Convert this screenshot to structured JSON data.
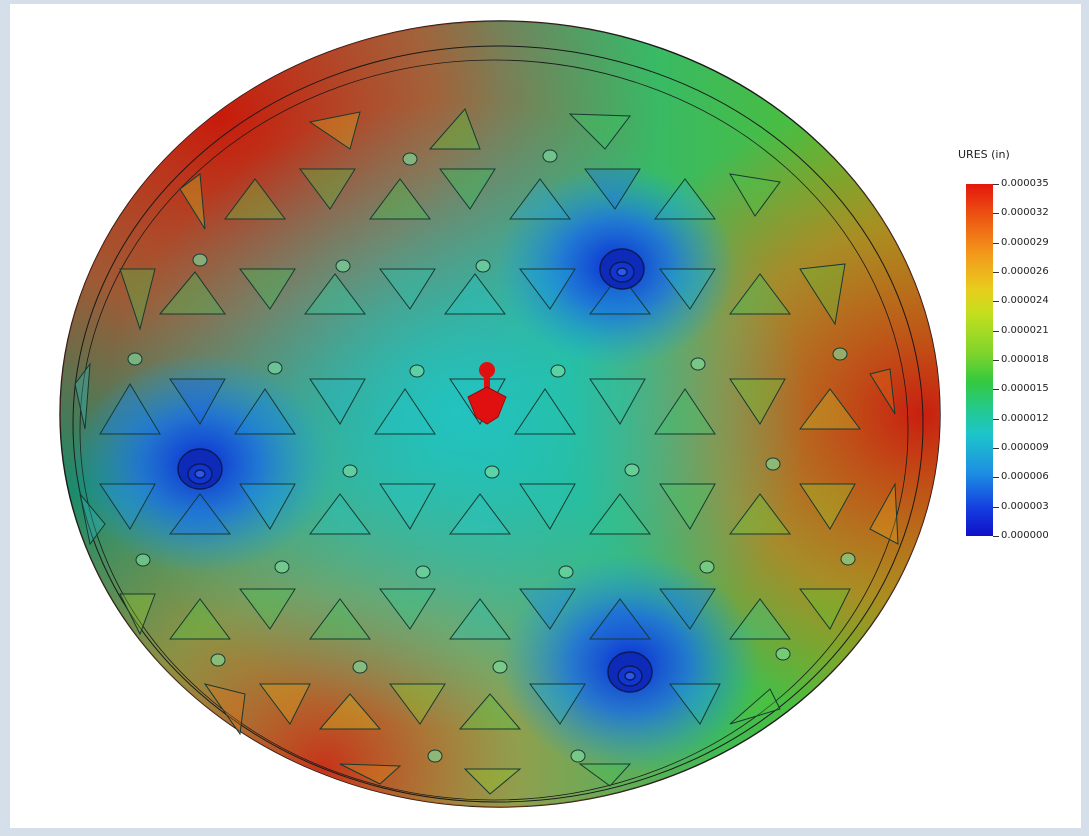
{
  "legend": {
    "title": "URES (in)",
    "labels": [
      "0.000035",
      "0.000032",
      "0.000029",
      "0.000026",
      "0.000024",
      "0.000021",
      "0.000018",
      "0.000015",
      "0.000012",
      "0.000009",
      "0.000006",
      "0.000003",
      "0.000000"
    ]
  },
  "colors": {
    "frame_border": "#d5dfea",
    "max": "#e3170d",
    "min": "#0f0fc8"
  }
}
